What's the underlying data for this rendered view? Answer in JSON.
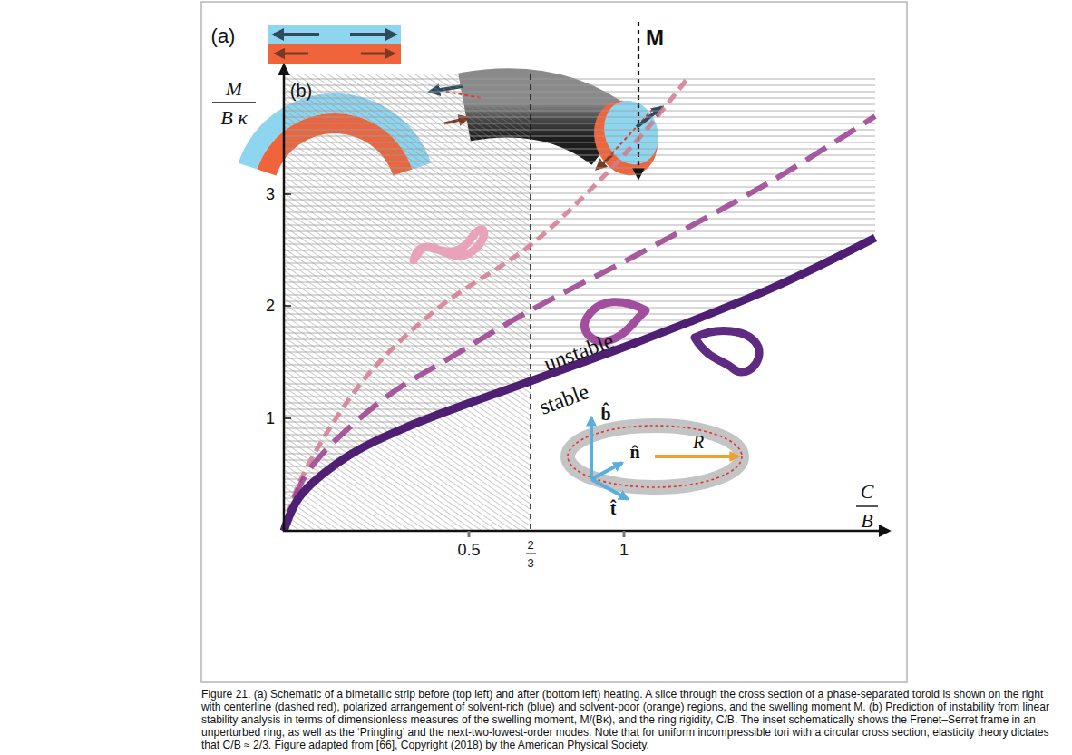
{
  "diagram": {
    "caption": "Figure 21. (a) Schematic of a bimetallic strip before (top left) and after (bottom left) heating. A slice through the cross section of a phase-separated toroid is shown on the right with centerline (dashed red), polarized arrangement of solvent-rich (blue) and solvent-poor (orange) regions, and the swelling moment M. (b) Prediction of instability from linear stability analysis in terms of dimensionless measures of the swelling moment, M/(Bκ), and the ring rigidity, C/B. The inset schematically shows the Frenet–Serret frame in an unperturbed ring, as well as the ‘Pringling’ and the next-two-lowest-order modes. Note that for uniform incompressible tori with a circular cross section, elasticity theory dictates that C/B ≈ 2/3. Figure adapted from [66], Copyright (2018) by the American Physical Society.",
    "labels": [
      "(a)",
      "M",
      "(b)",
      "M",
      "B κ",
      "3",
      "2",
      "1",
      "0.5",
      "2",
      "3",
      "1",
      "C",
      "B",
      "unstable",
      "stable",
      "b̂",
      "n̂",
      "t̂",
      "R"
    ]
  }
}
